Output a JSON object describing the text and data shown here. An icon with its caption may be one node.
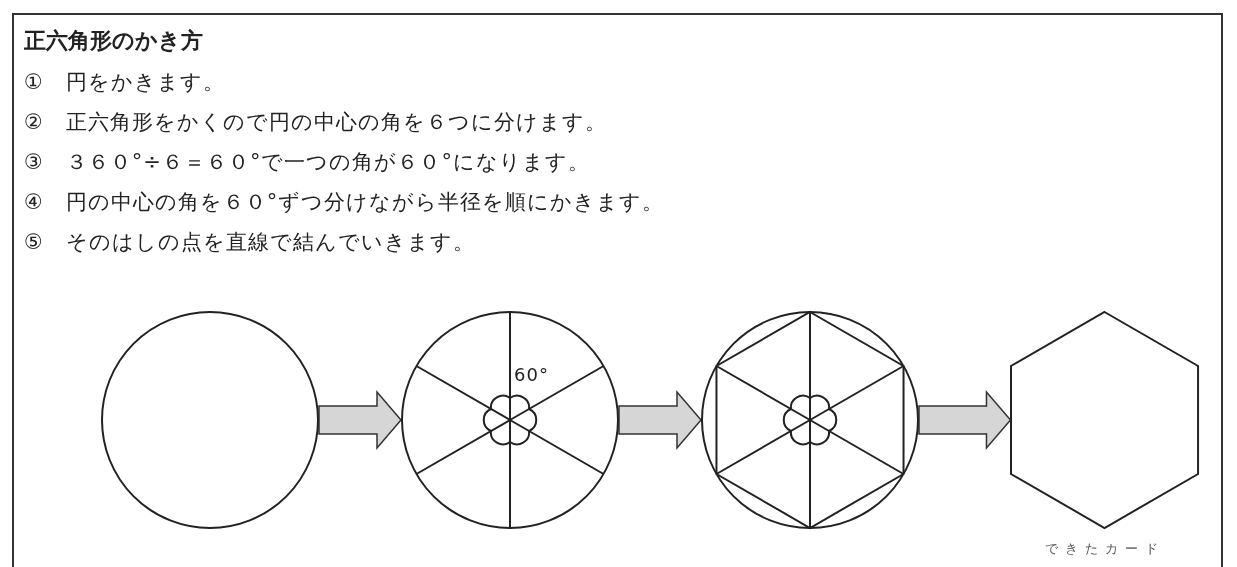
{
  "diagram": {
    "title": "正六角形のかき方",
    "nodes": [
      {
        "text": [],
        "shape": "circle"
      },
      {
        "text": [
          "60°"
        ]
      },
      {
        "text": [],
        "shape": "circle"
      },
      {
        "text": [],
        "shape": "hexagon",
        "beside": [
          "できたカード"
        ]
      }
    ],
    "edges": [
      {
        "from": 0,
        "to": 1,
        "arrow": "to"
      },
      {
        "from": 1,
        "to": 2,
        "arrow": "to"
      },
      {
        "from": 2,
        "to": 3,
        "arrow": "to"
      }
    ],
    "labels": [
      "①　円をかきます。",
      "②　正六角形をかくので円の中心の角を６つに分けます。",
      "③　３６０°÷６＝６０°で一つの角が６０°になります。",
      "④　円の中心の角を６０°ずつ分けながら半径を順にかきます。",
      "⑤　そのはしの点を直線で結んでいきます。"
    ]
  }
}
